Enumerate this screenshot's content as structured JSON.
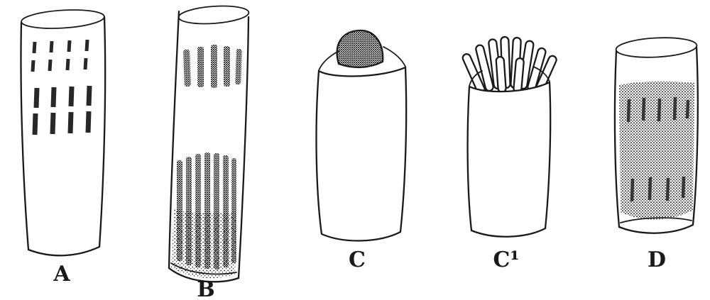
{
  "page": {
    "background_color": "#ffffff",
    "ink_color": "#1a1a1a"
  },
  "figures": [
    {
      "id": "A",
      "label": "A"
    },
    {
      "id": "B",
      "label": "B"
    },
    {
      "id": "C",
      "label": "C"
    },
    {
      "id": "C1",
      "label": "C¹"
    },
    {
      "id": "D",
      "label": "D"
    }
  ]
}
